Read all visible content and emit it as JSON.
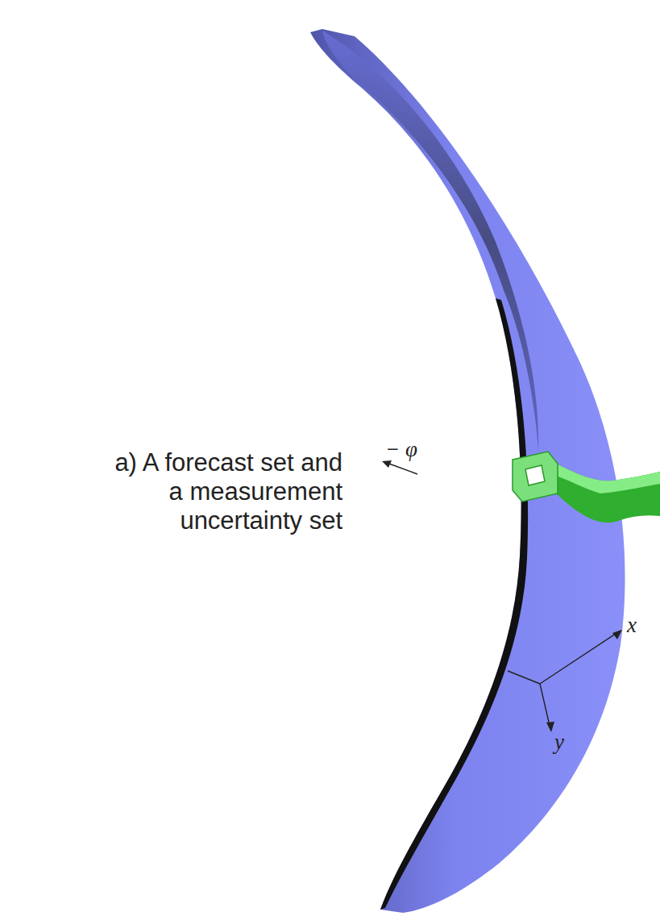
{
  "diagram": {
    "caption": "a) A forecast set and a measurement uncertainty set",
    "labels": [
      "− φ",
      "x",
      "y"
    ]
  }
}
